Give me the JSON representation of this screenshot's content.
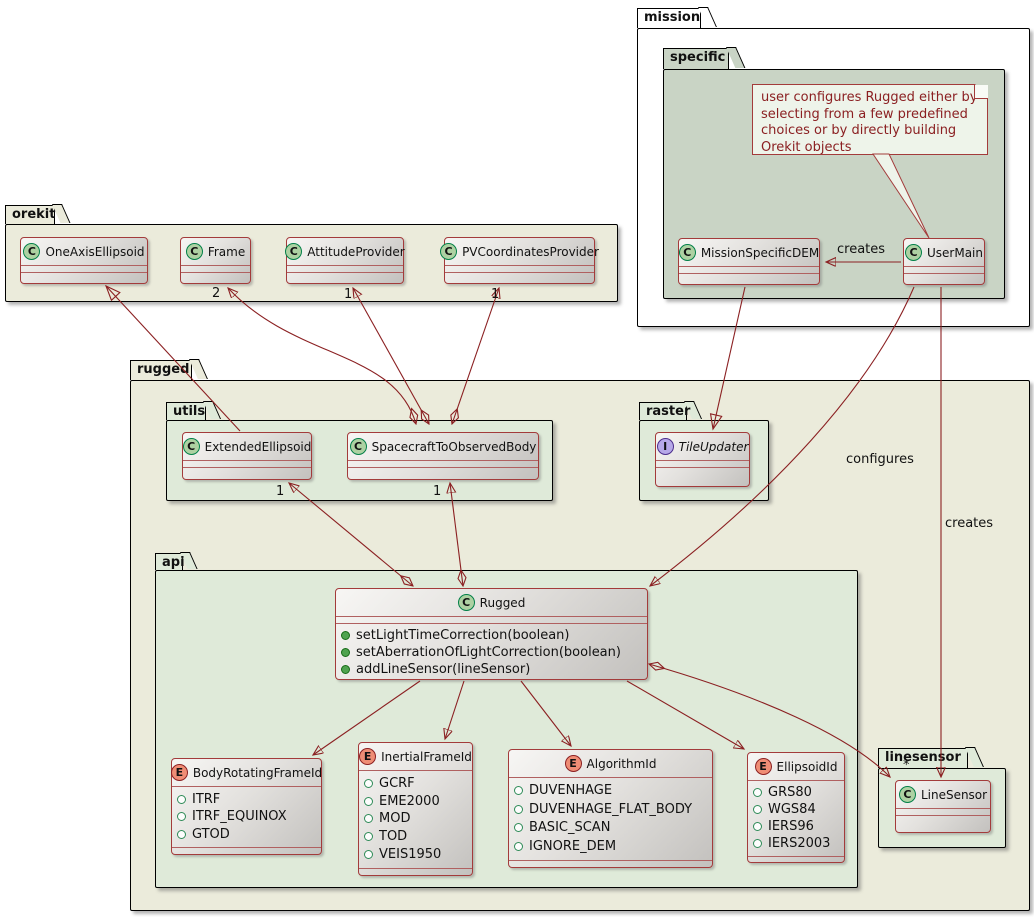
{
  "packages": {
    "mission": {
      "label": "mission"
    },
    "specific": {
      "label": "specific"
    },
    "orekit": {
      "label": "orekit"
    },
    "rugged": {
      "label": "rugged"
    },
    "utils": {
      "label": "utils"
    },
    "raster": {
      "label": "raster"
    },
    "api": {
      "label": "api"
    },
    "linesensor": {
      "label": "linesensor"
    }
  },
  "note": {
    "text": "user configures Rugged either by\nselecting from a few predefined\nchoices or by directly building\nOrekit objects"
  },
  "classes": {
    "oneAxisEllipsoid": {
      "stereotype": "C",
      "name": "OneAxisEllipsoid"
    },
    "frame": {
      "stereotype": "C",
      "name": "Frame"
    },
    "attitudeProvider": {
      "stereotype": "C",
      "name": "AttitudeProvider"
    },
    "pvCoordinatesProvider": {
      "stereotype": "C",
      "name": "PVCoordinatesProvider"
    },
    "missionSpecificDEM": {
      "stereotype": "C",
      "name": "MissionSpecificDEM"
    },
    "userMain": {
      "stereotype": "C",
      "name": "UserMain"
    },
    "extendedEllipsoid": {
      "stereotype": "C",
      "name": "ExtendedEllipsoid"
    },
    "spacecraftToObservedBody": {
      "stereotype": "C",
      "name": "SpacecraftToObservedBody"
    },
    "tileUpdater": {
      "stereotype": "I",
      "name": "TileUpdater"
    },
    "rugged": {
      "stereotype": "C",
      "name": "Rugged",
      "methods": [
        "setLightTimeCorrection(boolean)",
        "setAberrationOfLightCorrection(boolean)",
        "addLineSensor(lineSensor)"
      ]
    },
    "bodyRotatingFrameId": {
      "stereotype": "E",
      "name": "BodyRotatingFrameId",
      "items": [
        "ITRF",
        "ITRF_EQUINOX",
        "GTOD"
      ]
    },
    "inertialFrameId": {
      "stereotype": "E",
      "name": "InertialFrameId",
      "items": [
        "GCRF",
        "EME2000",
        "MOD",
        "TOD",
        "VEIS1950"
      ]
    },
    "algorithmId": {
      "stereotype": "E",
      "name": "AlgorithmId",
      "items": [
        "DUVENHAGE",
        "DUVENHAGE_FLAT_BODY",
        "BASIC_SCAN",
        "IGNORE_DEM"
      ]
    },
    "ellipsoidId": {
      "stereotype": "E",
      "name": "EllipsoidId",
      "items": [
        "GRS80",
        "WGS84",
        "IERS96",
        "IERS2003"
      ]
    },
    "lineSensor": {
      "stereotype": "C",
      "name": "LineSensor"
    }
  },
  "edge_labels": {
    "userMain_missionSpecificDEM": "creates",
    "userMain_rugged": "configures",
    "userMain_lineSensor": "creates"
  },
  "multiplicities": {
    "frame": "2",
    "attitudeProvider": "1",
    "pvCoordinatesProvider": "1",
    "extendedEllipsoid": "1",
    "spacecraftToObservedBody": "1",
    "lineSensor": "*"
  },
  "colors": {
    "edge": "#8b2022",
    "class_border": "#a33b3b",
    "package_beige": "#ebebdb",
    "package_green": "#dfead9",
    "package_sage": "#c9d4c5",
    "note_bg": "#eef4ea",
    "spot_class": "#add1a2",
    "spot_enum": "#ef8d75",
    "spot_interface": "#b6a8e8"
  }
}
